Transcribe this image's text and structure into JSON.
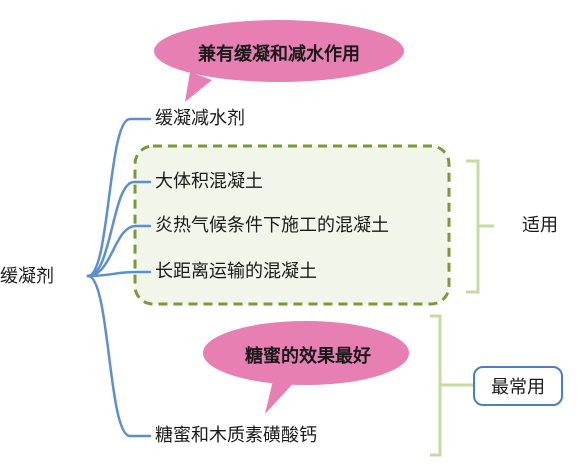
{
  "root": {
    "label": "缓凝剂"
  },
  "branches": [
    {
      "label": "缓凝减水剂"
    },
    {
      "label": "大体积混凝土"
    },
    {
      "label": "炎热气候条件下施工的混凝土"
    },
    {
      "label": "长距离运输的混凝土"
    },
    {
      "label": "糖蜜和木质素磺酸钙"
    }
  ],
  "callouts": [
    {
      "text": "兼有缓凝和减水作用"
    },
    {
      "text": "糖蜜的效果最好"
    }
  ],
  "brackets": [
    {
      "label": "适用"
    },
    {
      "label": "最常用"
    }
  ],
  "colors": {
    "connector": "#5b8fd0",
    "dashed_border": "#7a9a3a",
    "group_fill": "#f2f6ea",
    "bracket": "#c6dba4",
    "callout_fill": "#e77fb3",
    "box_border": "#4a7fc1"
  }
}
